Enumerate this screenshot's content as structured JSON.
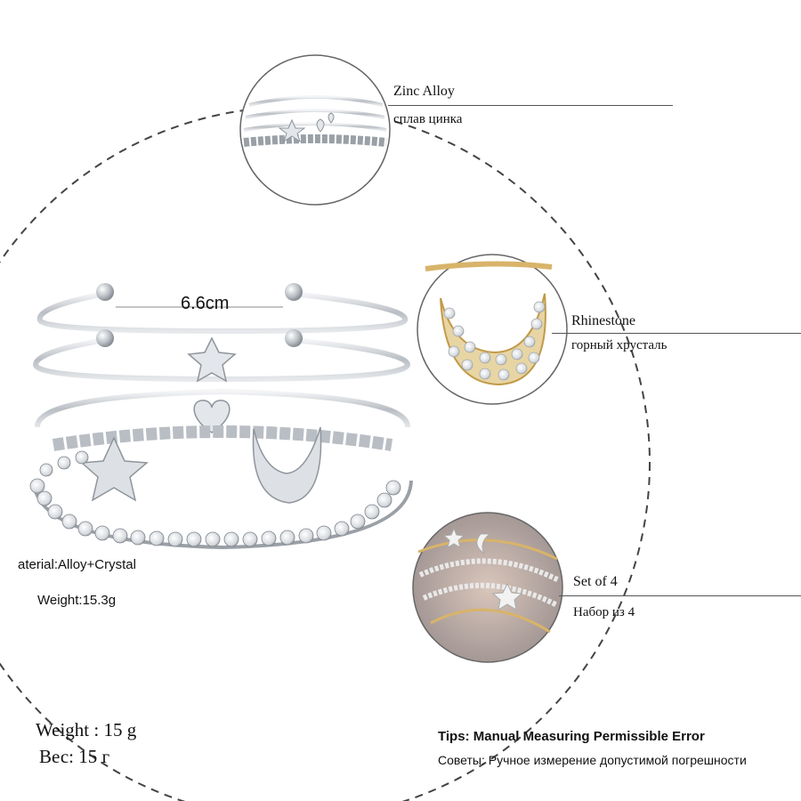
{
  "callouts": {
    "zinc": {
      "en": "Zinc Alloy",
      "ru": "сплав цинка"
    },
    "rhinestone": {
      "en": "Rhinestone",
      "ru": "горный хрусталь"
    },
    "set": {
      "en": "Set of 4",
      "ru": "Набор из 4"
    }
  },
  "measurement": {
    "width": "6.6cm"
  },
  "overlay": {
    "material": "aterial:Alloy+Crystal",
    "weight": "Weight:15.3g"
  },
  "weight": {
    "en": "Weight : 15 g",
    "ru": "Вес: 15 г"
  },
  "tips": {
    "en": "Tips: Manual Measuring Permissible Error",
    "ru": "Советы: Ручное измерение допустимой погрешности"
  },
  "colors": {
    "silver": "#c9cdd2",
    "gold": "#d8b46a",
    "dash": "#444444"
  }
}
